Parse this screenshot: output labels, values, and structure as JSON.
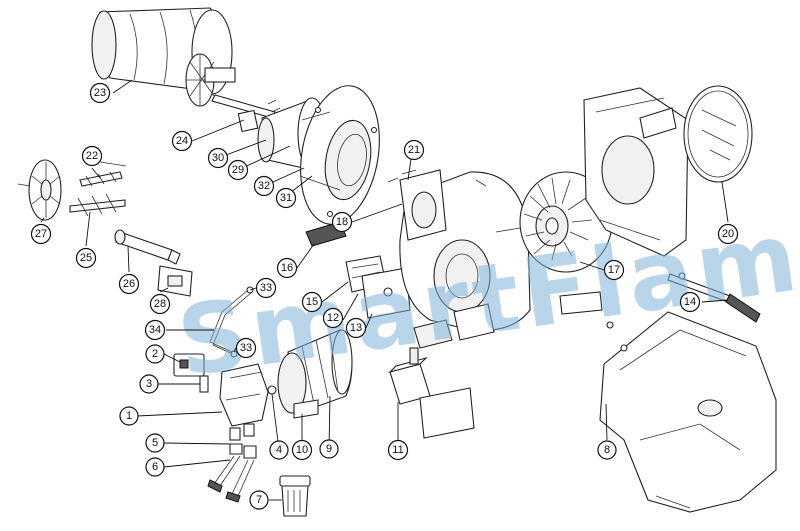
{
  "watermark": {
    "text": "SmartFlam"
  },
  "callouts": [
    {
      "id": "c1",
      "label": "1"
    },
    {
      "id": "c2",
      "label": "2"
    },
    {
      "id": "c3",
      "label": "3"
    },
    {
      "id": "c4",
      "label": "4"
    },
    {
      "id": "c5",
      "label": "5"
    },
    {
      "id": "c6",
      "label": "6"
    },
    {
      "id": "c7",
      "label": "7"
    },
    {
      "id": "c8",
      "label": "8"
    },
    {
      "id": "c9",
      "label": "9"
    },
    {
      "id": "c10",
      "label": "10"
    },
    {
      "id": "c11",
      "label": "11"
    },
    {
      "id": "c12",
      "label": "12"
    },
    {
      "id": "c13",
      "label": "13"
    },
    {
      "id": "c14",
      "label": "14"
    },
    {
      "id": "c15",
      "label": "15"
    },
    {
      "id": "c16",
      "label": "16"
    },
    {
      "id": "c17",
      "label": "17"
    },
    {
      "id": "c18",
      "label": "18"
    },
    {
      "id": "c20",
      "label": "20"
    },
    {
      "id": "c21",
      "label": "21"
    },
    {
      "id": "c22",
      "label": "22"
    },
    {
      "id": "c23",
      "label": "23"
    },
    {
      "id": "c24",
      "label": "24"
    },
    {
      "id": "c25",
      "label": "25"
    },
    {
      "id": "c26",
      "label": "26"
    },
    {
      "id": "c27",
      "label": "27"
    },
    {
      "id": "c28",
      "label": "28"
    },
    {
      "id": "c29",
      "label": "29"
    },
    {
      "id": "c30",
      "label": "30"
    },
    {
      "id": "c31",
      "label": "31"
    },
    {
      "id": "c32",
      "label": "32"
    },
    {
      "id": "c33a",
      "label": "33"
    },
    {
      "id": "c33b",
      "label": "33"
    },
    {
      "id": "c34",
      "label": "34"
    }
  ]
}
